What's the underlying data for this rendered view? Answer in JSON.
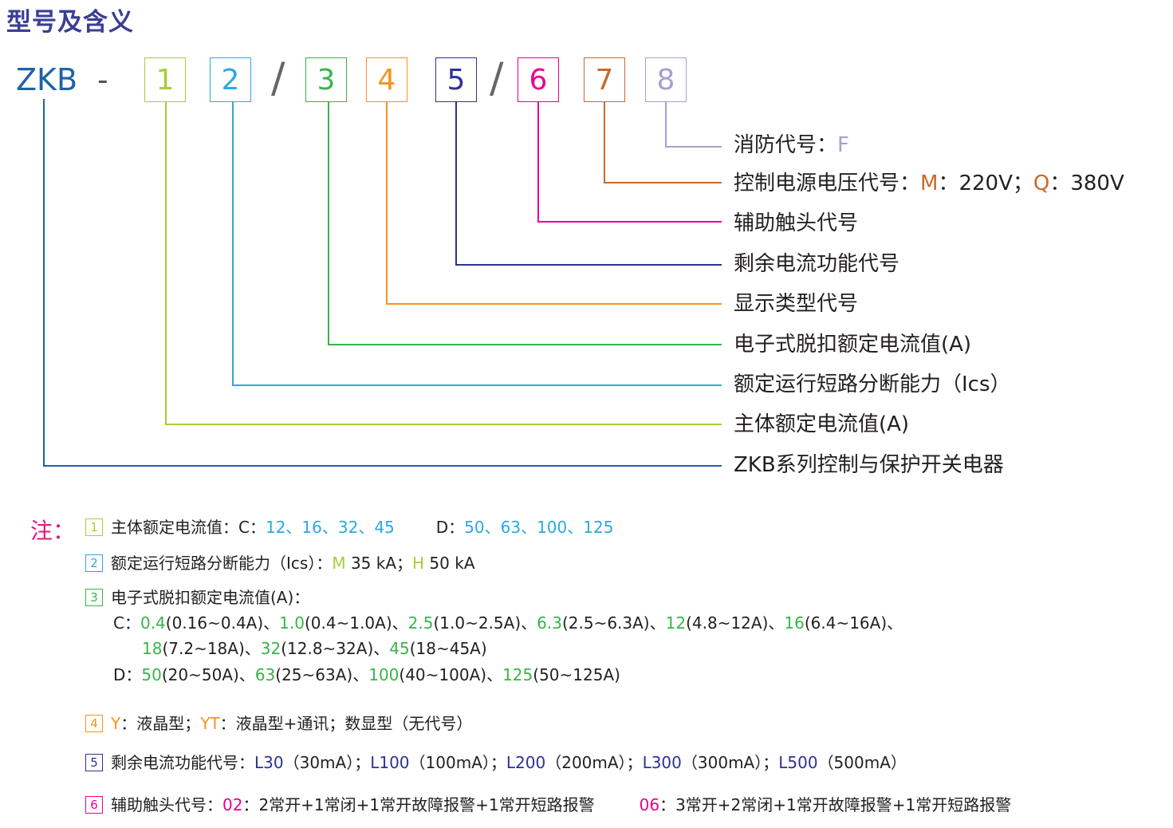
{
  "title": "型号及含义",
  "model": {
    "prefix": "ZKB",
    "dash": "-",
    "sep1": "/",
    "sep2": "/",
    "boxes": [
      {
        "num": "1",
        "color": "#a6ce39"
      },
      {
        "num": "2",
        "color": "#29aae1"
      },
      {
        "num": "3",
        "color": "#39b54a"
      },
      {
        "num": "4",
        "color": "#f7941d"
      },
      {
        "num": "5",
        "color": "#2e3192"
      },
      {
        "num": "6",
        "color": "#ec008c"
      },
      {
        "num": "7",
        "color": "#c8692c"
      },
      {
        "num": "8",
        "color": "#a7a0d0"
      }
    ]
  },
  "descriptions": {
    "d8": {
      "label": "消防代号：",
      "code": "F"
    },
    "d7": {
      "label": "控制电源电压代号：",
      "c1": "M",
      "t1": "：220V；",
      "c2": "Q",
      "t2": "：380V"
    },
    "d6": "辅助触头代号",
    "d5": "剩余电流功能代号",
    "d4": "显示类型代号",
    "d3": "电子式脱扣额定电流值(A)",
    "d2": "额定运行短路分断能力（Ics）",
    "d1": "主体额定电流值(A)",
    "d0": "ZKB系列控制与保护开关电器"
  },
  "notes": {
    "label": "注：",
    "n1": {
      "num": "1",
      "text": "主体额定电流值：C：",
      "c_vals": "12、16、32、45",
      "d_label": "D：",
      "d_vals": "50、63、100、125"
    },
    "n2": {
      "num": "2",
      "text": "额定运行短路分断能力（Ics）：",
      "m": "M",
      "m_val": " 35 kA；",
      "h": "H",
      "h_val": " 50 kA"
    },
    "n3": {
      "num": "3",
      "text": "电子式脱扣额定电流值(A)：",
      "c_label": "C：",
      "c_items": [
        {
          "v": "0.4",
          "r": "(0.16~0.4A)、"
        },
        {
          "v": "1.0",
          "r": "(0.4~1.0A)、"
        },
        {
          "v": "2.5",
          "r": "(1.0~2.5A)、"
        },
        {
          "v": "6.3",
          "r": "(2.5~6.3A)、"
        },
        {
          "v": "12",
          "r": "(4.8~12A)、"
        },
        {
          "v": "16",
          "r": "(6.4~16A)、"
        },
        {
          "v": "18",
          "r": "(7.2~18A)、"
        },
        {
          "v": "32",
          "r": "(12.8~32A)、"
        },
        {
          "v": "45",
          "r": "(18~45A)"
        }
      ],
      "d_label": "D：",
      "d_items": [
        {
          "v": "50",
          "r": "(20~50A)、"
        },
        {
          "v": "63",
          "r": "(25~63A)、"
        },
        {
          "v": "100",
          "r": "(40~100A)、"
        },
        {
          "v": "125",
          "r": "(50~125A)"
        }
      ]
    },
    "n4": {
      "num": "4",
      "y": "Y",
      "y_text": "：液晶型；",
      "yt": "YT",
      "yt_text": "：液晶型+通讯；数显型（无代号）"
    },
    "n5": {
      "num": "5",
      "text": "剩余电流功能代号：",
      "items": [
        {
          "c": "L30",
          "t": "（30mA）；"
        },
        {
          "c": "L100",
          "t": "（100mA）；"
        },
        {
          "c": "L200",
          "t": "（200mA）；"
        },
        {
          "c": "L300",
          "t": "（300mA）；"
        },
        {
          "c": "L500",
          "t": "（500mA）"
        }
      ]
    },
    "n6": {
      "num": "6",
      "text": "辅助触头代号：",
      "c1": "02",
      "t1": "：2常开+1常闭+1常开故障报警+1常开短路报警",
      "c2": "06",
      "t2": "：3常开+2常闭+1常开故障报警+1常开短路报警"
    }
  },
  "colors": {
    "title": "#3a3f94",
    "prefix_line": "#1f63a8",
    "highlight_blue": "#29aae1",
    "highlight_green": "#39b54a",
    "highlight_lime": "#a6ce39",
    "highlight_orange": "#f7941d",
    "highlight_navy": "#2e3192",
    "highlight_pink": "#ec008c",
    "highlight_brown": "#c8692c",
    "highlight_lavender": "#a7a0d0"
  }
}
